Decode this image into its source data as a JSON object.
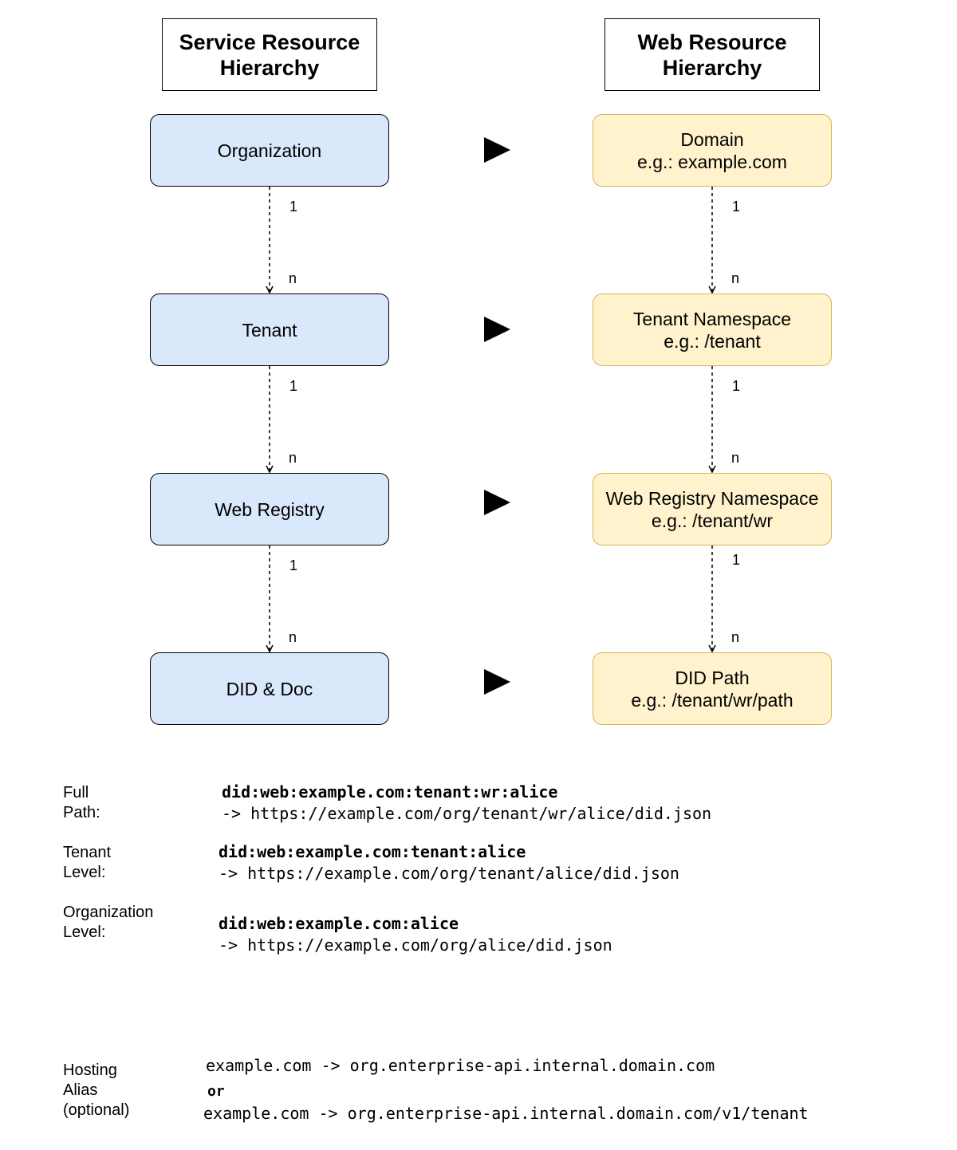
{
  "headers": {
    "service": "Service Resource Hierarchy",
    "web": "Web Resource Hierarchy"
  },
  "service_nodes": [
    "Organization",
    "Tenant",
    "Web Registry",
    "DID & Doc"
  ],
  "web_nodes": [
    {
      "title": "Domain",
      "example": "e.g.: example.com"
    },
    {
      "title": "Tenant Namespace",
      "example": "e.g.: /tenant"
    },
    {
      "title": "Web Registry Namespace",
      "example": "e.g.: /tenant/wr"
    },
    {
      "title": "DID Path",
      "example": "e.g.: /tenant/wr/path"
    }
  ],
  "cardinality": {
    "one": "1",
    "many": "n"
  },
  "mappings": [
    {
      "label": "Full Path:",
      "did": "did:web:example.com:tenant:wr:alice",
      "url": "-> https://example.com/org/tenant/wr/alice/did.json"
    },
    {
      "label": "Tenant Level:",
      "did": "did:web:example.com:tenant:alice",
      "url": "-> https://example.com/org/tenant/alice/did.json"
    },
    {
      "label": "Organization Level:",
      "did": "did:web:example.com:alice",
      "url": "-> https://example.com/org/alice/did.json"
    }
  ],
  "hosting": {
    "label": "Hosting Alias (optional)",
    "line1": "example.com -> org.enterprise-api.internal.domain.com",
    "or": "or",
    "line2": "example.com -> org.enterprise-api.internal.domain.com/v1/tenant"
  }
}
